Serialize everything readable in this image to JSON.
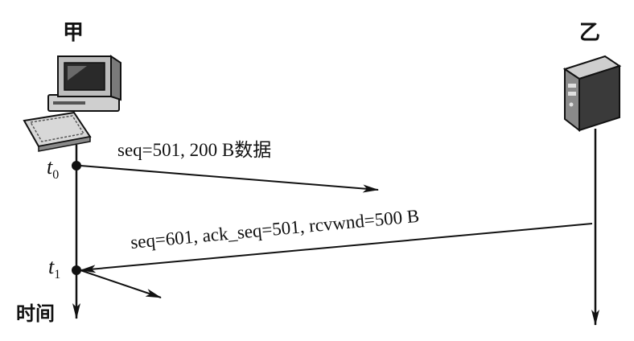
{
  "nodes": {
    "left": {
      "label": "甲",
      "icon": "desktop-computer-icon"
    },
    "right": {
      "label": "乙",
      "icon": "server-tower-icon"
    }
  },
  "time_axis_label": "时间",
  "time_marks": [
    {
      "symbol": "t",
      "subscript": "0"
    },
    {
      "symbol": "t",
      "subscript": "1"
    }
  ],
  "messages": [
    {
      "from": "left",
      "to": "right",
      "text": "seq=501, 200 B数据"
    },
    {
      "from": "right",
      "to": "left",
      "text": "seq=601, ack_seq=501, rcvwnd=500 B"
    }
  ],
  "colors": {
    "ink": "#111111",
    "background": "#ffffff"
  }
}
